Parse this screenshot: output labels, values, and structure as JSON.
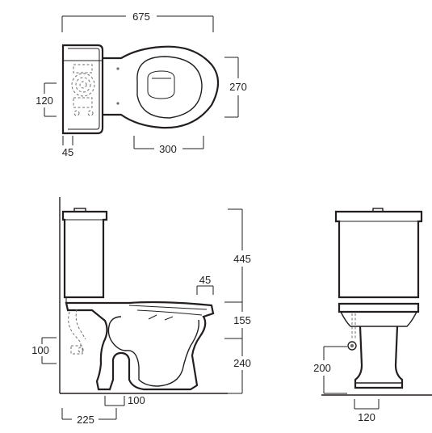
{
  "colors": {
    "line": "#231f20",
    "dashed": "#6d6e71",
    "background": "#ffffff"
  },
  "views": {
    "top": {
      "overall_width": "675",
      "depth": "270",
      "cistern_depth": "120",
      "wall_gap": "45",
      "bowl_width": "300"
    },
    "side": {
      "cistern_height": "445",
      "waste_offset": "45",
      "seat_gap": "155",
      "bowl_height": "240",
      "inlet_height": "100",
      "outlet_center": "100",
      "wall_offset": "225"
    },
    "front": {
      "inlet_height": "200",
      "pedestal_width": "120"
    }
  }
}
